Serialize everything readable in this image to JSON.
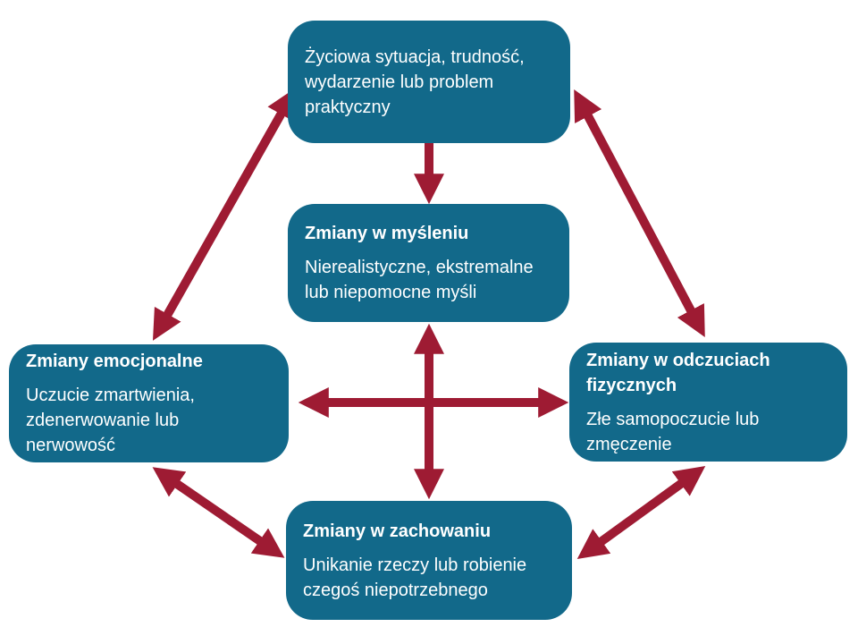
{
  "colors": {
    "box-bg": "#12698A",
    "arrow": "#9E1B33",
    "box-text": "#FFFFFF",
    "page-bg": "#FFFFFF"
  },
  "boxes": {
    "situation": {
      "body": "Życiowa sytuacja, trudność,\nwydarzenie lub problem\npraktyczny"
    },
    "thinking": {
      "title": "Zmiany w myśleniu",
      "body": "Nierealistyczne, ekstremalne\nlub niepomocne myśli"
    },
    "emotional": {
      "title": "Zmiany emocjonalne",
      "body": "Uczucie zmartwienia,\nzdenerwowanie lub\nnerwowość"
    },
    "physical": {
      "title": "Zmiany w odczuciach\nfizycznych",
      "body": "Złe samopoczucie lub\nzmęczenie"
    },
    "behaviour": {
      "title": "Zmiany w zachowaniu",
      "body": "Unikanie rzeczy lub robienie\nczegoś niepotrzebnego"
    }
  },
  "connections": [
    {
      "from": "situation",
      "to": "thinking",
      "style": "one-way-down"
    },
    {
      "from": "situation",
      "to": "emotional",
      "style": "two-way"
    },
    {
      "from": "situation",
      "to": "physical",
      "style": "two-way"
    },
    {
      "from": "emotional",
      "to": "physical",
      "style": "two-way"
    },
    {
      "from": "thinking",
      "to": "behaviour",
      "style": "two-way"
    },
    {
      "from": "emotional",
      "to": "behaviour",
      "style": "two-way"
    },
    {
      "from": "physical",
      "to": "behaviour",
      "style": "two-way"
    }
  ]
}
